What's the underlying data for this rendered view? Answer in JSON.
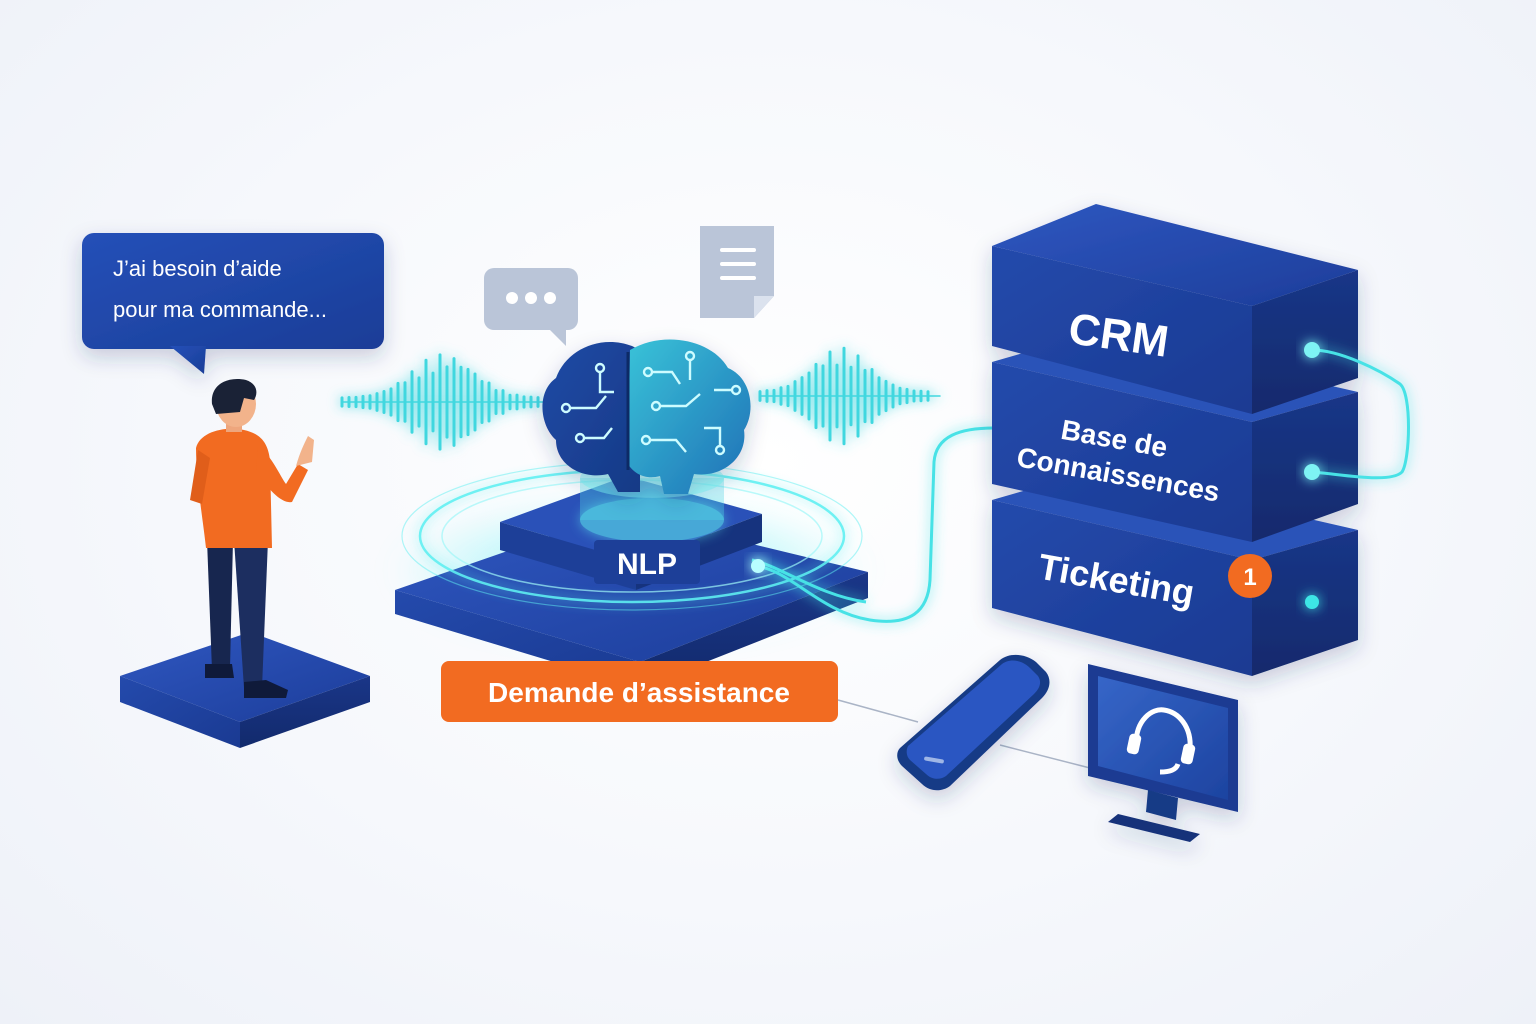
{
  "speech_bubble": {
    "line1": "J’ai besoin d’aide",
    "line2": "pour ma commande..."
  },
  "nlp_label": "NLP",
  "request_label": "Demande d’assistance",
  "stack": {
    "crm": "CRM",
    "kb_line1": "Base de",
    "kb_line2": "Connaissences",
    "ticketing": "Ticketing",
    "ticket_badge": "1"
  },
  "colors": {
    "navy": "#1e3f9a",
    "navy_dark": "#15307a",
    "cyan": "#3ee6e6",
    "orange": "#f26b21",
    "bubble_grey": "#b9c3d6"
  },
  "icons": {
    "chat": "chat-dots-icon",
    "document": "document-icon",
    "brain": "circuit-brain-icon",
    "phone": "smartphone-icon",
    "monitor": "monitor-headset-icon"
  }
}
